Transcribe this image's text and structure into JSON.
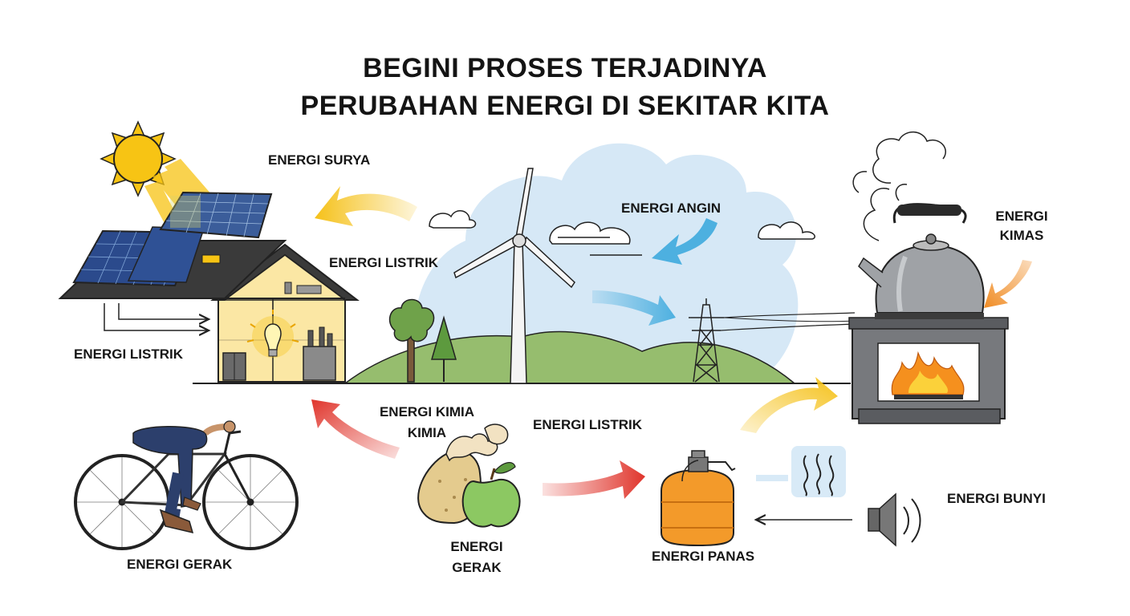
{
  "title": {
    "line1": "BEGINI PROSES TERJADINYA",
    "line2": "PERUBAHAN ENERGI DI SEKITAR KITA"
  },
  "labels": {
    "energi_surya": "ENERGI SURYA",
    "energi_listrik_roof": "ENERGI LISTRIK",
    "energi_listrik_left": "ENERGI LISTRIK",
    "energi_angin": "ENERGI ANGIN",
    "energi_kimas_1": "ENERGI",
    "energi_kimas_2": "KIMAS",
    "energi_kimia_1": "ENERGI KIMIA",
    "energi_kimia_2": "KIMIA",
    "energi_listrik_mid": "ENERGI LISTRIK",
    "energi_bunyi": "ENERGI BUNYI",
    "energi_gerak_bike": "ENERGI GERAK",
    "energi_gerak_fruit_1": "ENERGI",
    "energi_gerak_fruit_2": "GERAK",
    "energi_panas": "ENERGI PANAS"
  },
  "colors": {
    "ink": "#161616",
    "sun": "#f7c414",
    "solar_panel": "#2b4a8c",
    "house_wall": "#fbe7a4",
    "cloud_sky": "#d6e8f6",
    "hill": "#96bd6e",
    "arrow_yellow": "#f5c119",
    "arrow_blue": "#4db0e0",
    "arrow_red": "#e0352c",
    "arrow_orange": "#f08c24",
    "gas_cylinder": "#f39a2a",
    "kettle": "#9fa2a6",
    "stove": "#77797d",
    "flame": "#f5901e",
    "apple": "#8cc862",
    "potato": "#e4cb8e",
    "jeans": "#2c3f6c"
  },
  "icons": [
    "sun-icon",
    "solar-panel-icon",
    "house-icon",
    "light-bulb-icon",
    "wind-turbine-icon",
    "transmission-tower-icon",
    "tree-icon",
    "kettle-icon",
    "steam-icon",
    "gas-stove-icon",
    "flame-icon",
    "bicycle-icon",
    "cyclist-icon",
    "potato-icon",
    "apple-icon",
    "gas-cylinder-icon",
    "heat-wave-icon",
    "speaker-icon"
  ]
}
